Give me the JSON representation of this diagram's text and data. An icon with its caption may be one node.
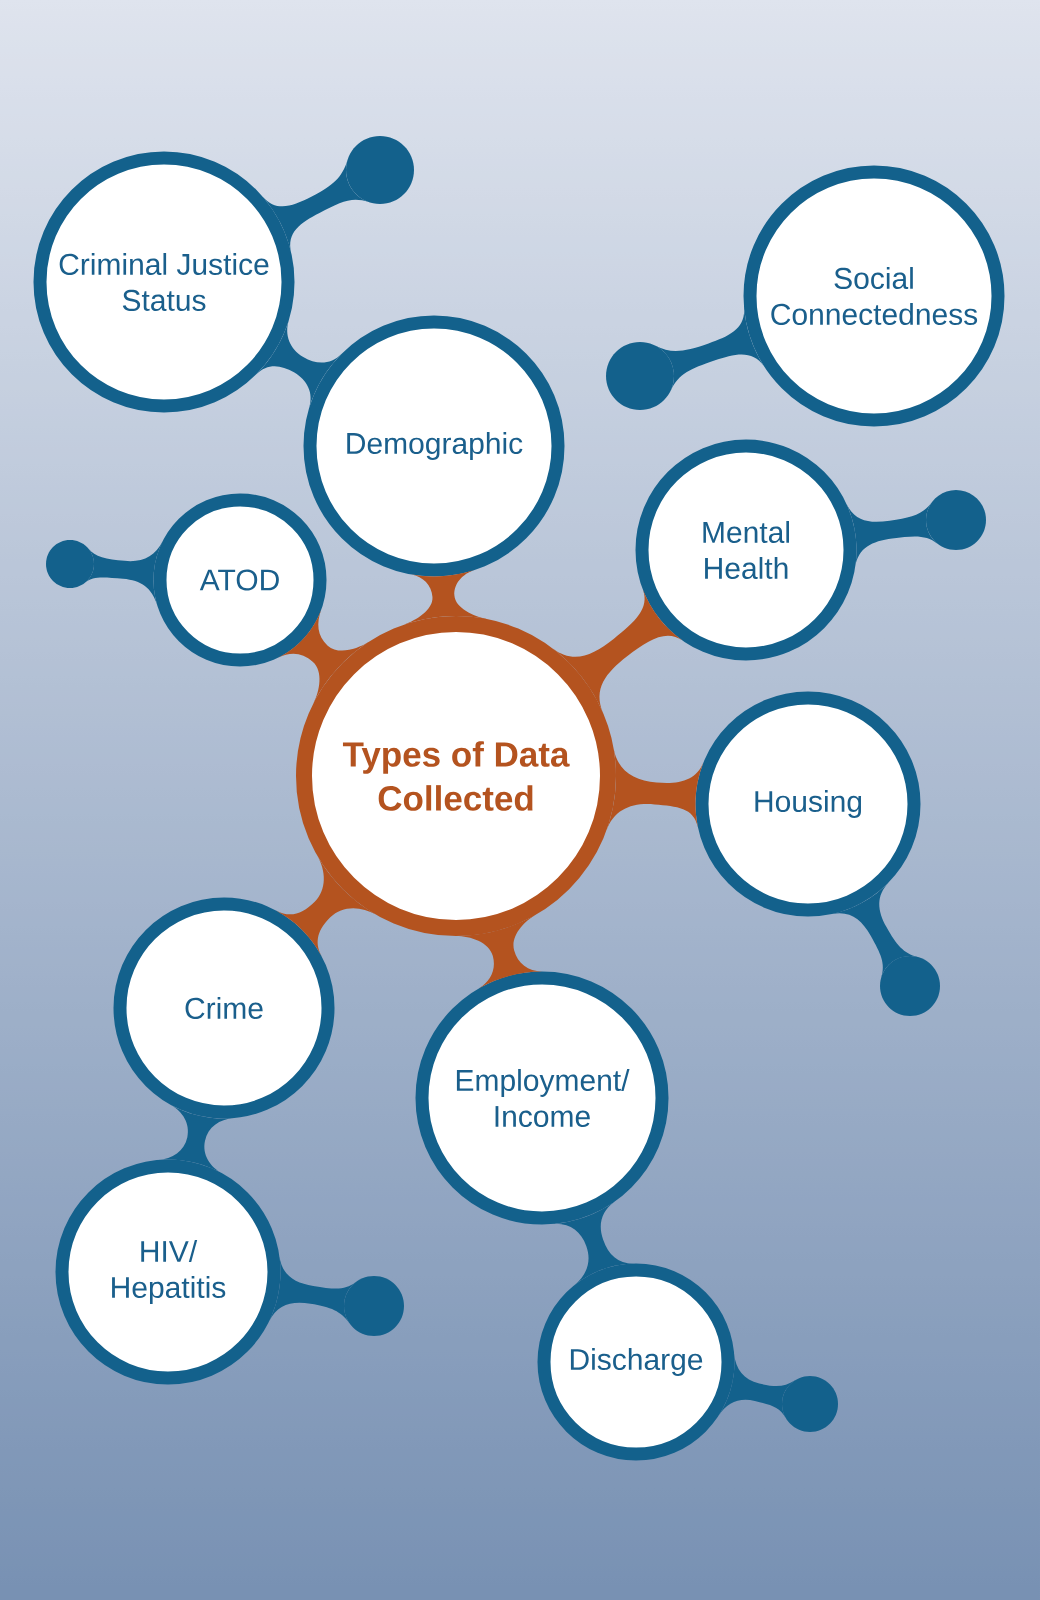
{
  "diagram": {
    "nodes": [
      {
        "text": [
          "Criminal Justice Status"
        ]
      },
      {
        "text": [],
        "shape": "circle"
      },
      {
        "text": [
          "Social Connectedness"
        ]
      },
      {
        "text": [],
        "shape": "circle"
      },
      {
        "text": [
          "Demographic"
        ]
      },
      {
        "text": [
          "ATOD"
        ]
      },
      {
        "text": [],
        "shape": "circle"
      },
      {
        "text": [
          "Mental Health"
        ]
      },
      {
        "text": [],
        "shape": "circle"
      },
      {
        "text": [
          "Types of Data Collected"
        ]
      },
      {
        "text": [
          "Housing"
        ]
      },
      {
        "text": [],
        "shape": "circle"
      },
      {
        "text": [
          "Crime"
        ]
      },
      {
        "text": [
          "Employment/ Income"
        ]
      },
      {
        "text": [
          "HIV/ Hepatitis"
        ]
      },
      {
        "text": [],
        "shape": "circle"
      },
      {
        "text": [
          "Discharge"
        ]
      },
      {
        "text": [],
        "shape": "circle"
      }
    ],
    "edges": [
      {
        "from": 9,
        "to": 4,
        "arrow": "none",
        "color": "#b4531f"
      },
      {
        "from": 9,
        "to": 5,
        "arrow": "none",
        "color": "#b4531f"
      },
      {
        "from": 9,
        "to": 7,
        "arrow": "none",
        "color": "#b4531f"
      },
      {
        "from": 9,
        "to": 10,
        "arrow": "none",
        "color": "#b4531f"
      },
      {
        "from": 9,
        "to": 12,
        "arrow": "none",
        "color": "#b4531f"
      },
      {
        "from": 9,
        "to": 13,
        "arrow": "none",
        "color": "#b4531f"
      },
      {
        "from": 4,
        "to": 0,
        "arrow": "none"
      },
      {
        "from": 0,
        "to": 1,
        "arrow": "none"
      },
      {
        "from": 2,
        "to": 3,
        "arrow": "none"
      },
      {
        "from": 5,
        "to": 6,
        "arrow": "none"
      },
      {
        "from": 7,
        "to": 8,
        "arrow": "none"
      },
      {
        "from": 10,
        "to": 11,
        "arrow": "none"
      },
      {
        "from": 12,
        "to": 14,
        "arrow": "none"
      },
      {
        "from": 14,
        "to": 15,
        "arrow": "none"
      },
      {
        "from": 13,
        "to": 16,
        "arrow": "none"
      },
      {
        "from": 16,
        "to": 17,
        "arrow": "none"
      }
    ]
  }
}
